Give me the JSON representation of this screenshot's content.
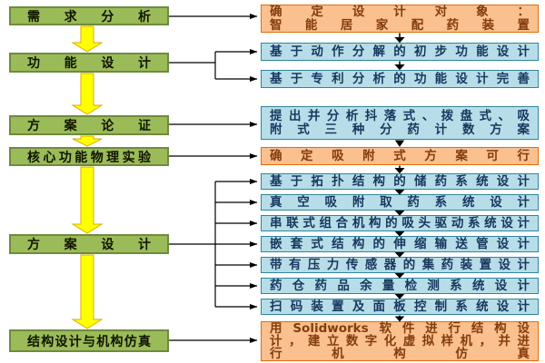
{
  "left_steps": [
    {
      "label": "需求分析"
    },
    {
      "label": "功能设计"
    },
    {
      "label": "方案论证"
    },
    {
      "label": "核心功能物理实验"
    },
    {
      "label": "方案设计"
    },
    {
      "label": "结构设计与机构仿真"
    }
  ],
  "right_boxes": [
    {
      "text": "确定设计对象：\n智能居家配药装置",
      "type": "orange"
    },
    {
      "text": "基于动作分解的初步功能设计",
      "type": "blue"
    },
    {
      "text": "基于专利分析的功能设计完善",
      "type": "blue"
    },
    {
      "text": "提出并分析抖落式、拨盘式、吸\n附式三种分药计数方案",
      "type": "blue"
    },
    {
      "text": "确定吸附式方案可行",
      "type": "orange"
    },
    {
      "text": "基于拓扑结构的储药系统设计",
      "type": "blue"
    },
    {
      "text": "真空吸附取药系统设计",
      "type": "blue"
    },
    {
      "text": "串联式组合机构的吸头驱动系统设计",
      "type": "blue"
    },
    {
      "text": "嵌套式结构的伸缩输送管设计",
      "type": "blue"
    },
    {
      "text": "带有压力传感器的集药装置设计",
      "type": "blue"
    },
    {
      "text": "药仓药品余量检测系统设计",
      "type": "blue"
    },
    {
      "text": "扫码装置及面板控制系统设计",
      "type": "blue"
    },
    {
      "text": "用Solidworks软件进行结构设\n计，建立数字化虚拟样机，并进\n行机构仿真",
      "type": "orange"
    }
  ],
  "colors": {
    "green_box_fill": "#9BBB59",
    "green_box_border": "#6E8B3D",
    "yellow_arrow_fill": "#FFFF00",
    "yellow_arrow_border": "#D8AE00",
    "blue_box_fill": "#B7DEE8",
    "blue_box_border": "#31849B",
    "blue_text": "#17375E",
    "orange_box_fill": "#FAC08F",
    "orange_box_border": "#E36C0A",
    "orange_text": "#843C0C",
    "connector": "#000000"
  }
}
